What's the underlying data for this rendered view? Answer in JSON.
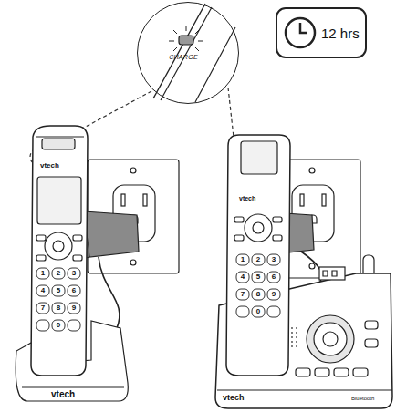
{
  "diagram": {
    "nodes": [
      {
        "text": [
          "CHARGE"
        ]
      },
      {
        "text": [
          "12 hrs"
        ]
      }
    ],
    "labels": [
      "vtech",
      "vtech",
      "vtech",
      "vtech",
      "Bluetooth",
      "1",
      "2",
      "3",
      "4",
      "5",
      "6",
      "7",
      "8",
      "9",
      "0",
      "1",
      "2",
      "3",
      "4",
      "5",
      "6",
      "7",
      "8",
      "9",
      "0"
    ]
  }
}
